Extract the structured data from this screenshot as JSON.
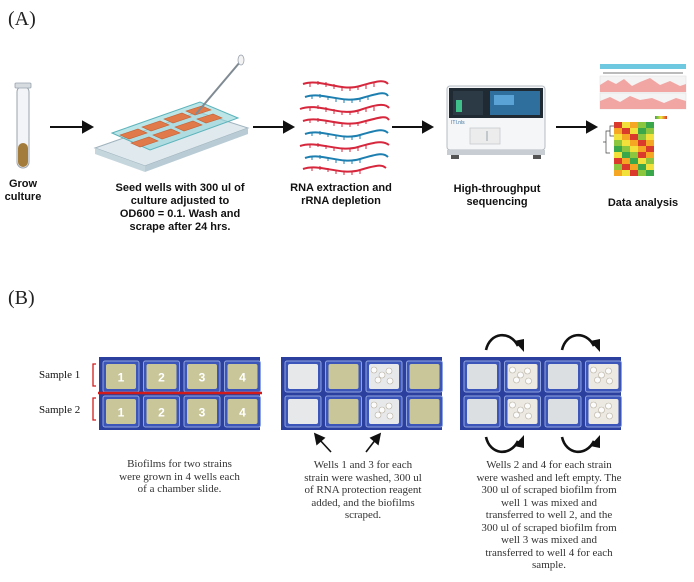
{
  "panel_a": {
    "label": "(A)",
    "steps": [
      {
        "line1": "Grow",
        "line2": "culture"
      },
      {
        "line1": "Seed wells with 300 ul of",
        "line2": "culture adjusted to",
        "line3": "OD600 = 0.1. Wash and",
        "line4": "scrape after 24 hrs."
      },
      {
        "line1": "RNA extraction and",
        "line2": "rRNA depletion"
      },
      {
        "line1": "High-throughput",
        "line2": "sequencing"
      },
      {
        "line1": "Data analysis"
      }
    ],
    "sequencer_brand": "ITI.nls"
  },
  "panel_b": {
    "label": "(B)",
    "sample1": "Sample 1",
    "sample2": "Sample 2",
    "wells_top": [
      "1",
      "2",
      "3",
      "4"
    ],
    "wells_bottom": [
      "1",
      "2",
      "3",
      "4"
    ],
    "captions": [
      {
        "l1": "Biofilms for two strains",
        "l2": "were grown in 4 wells each",
        "l3": "of a chamber slide."
      },
      {
        "l1": "Wells 1 and 3 for each",
        "l2": "strain were washed, 300 ul",
        "l3": "of RNA protection reagent",
        "l4": "added, and the biofilms",
        "l5": "scraped."
      },
      {
        "l1": "Wells 2 and 4 for each strain",
        "l2": "were washed and left empty. The",
        "l3": "300 ul of scraped biofilm from",
        "l4": "well 1 was mixed and",
        "l5": "transferred to well 2, and the",
        "l6": "300 ul of scraped biofilm from",
        "l7": "well 3 was mixed and",
        "l8": "transferred to well 4 for each",
        "l9": "sample."
      }
    ]
  },
  "colors": {
    "red_strand": "#d6273d",
    "blue_strand": "#1c7fb0",
    "chamber_blue": "#2b3f9e",
    "red_line": "#d11a1a",
    "agar": "#c9c79a"
  }
}
